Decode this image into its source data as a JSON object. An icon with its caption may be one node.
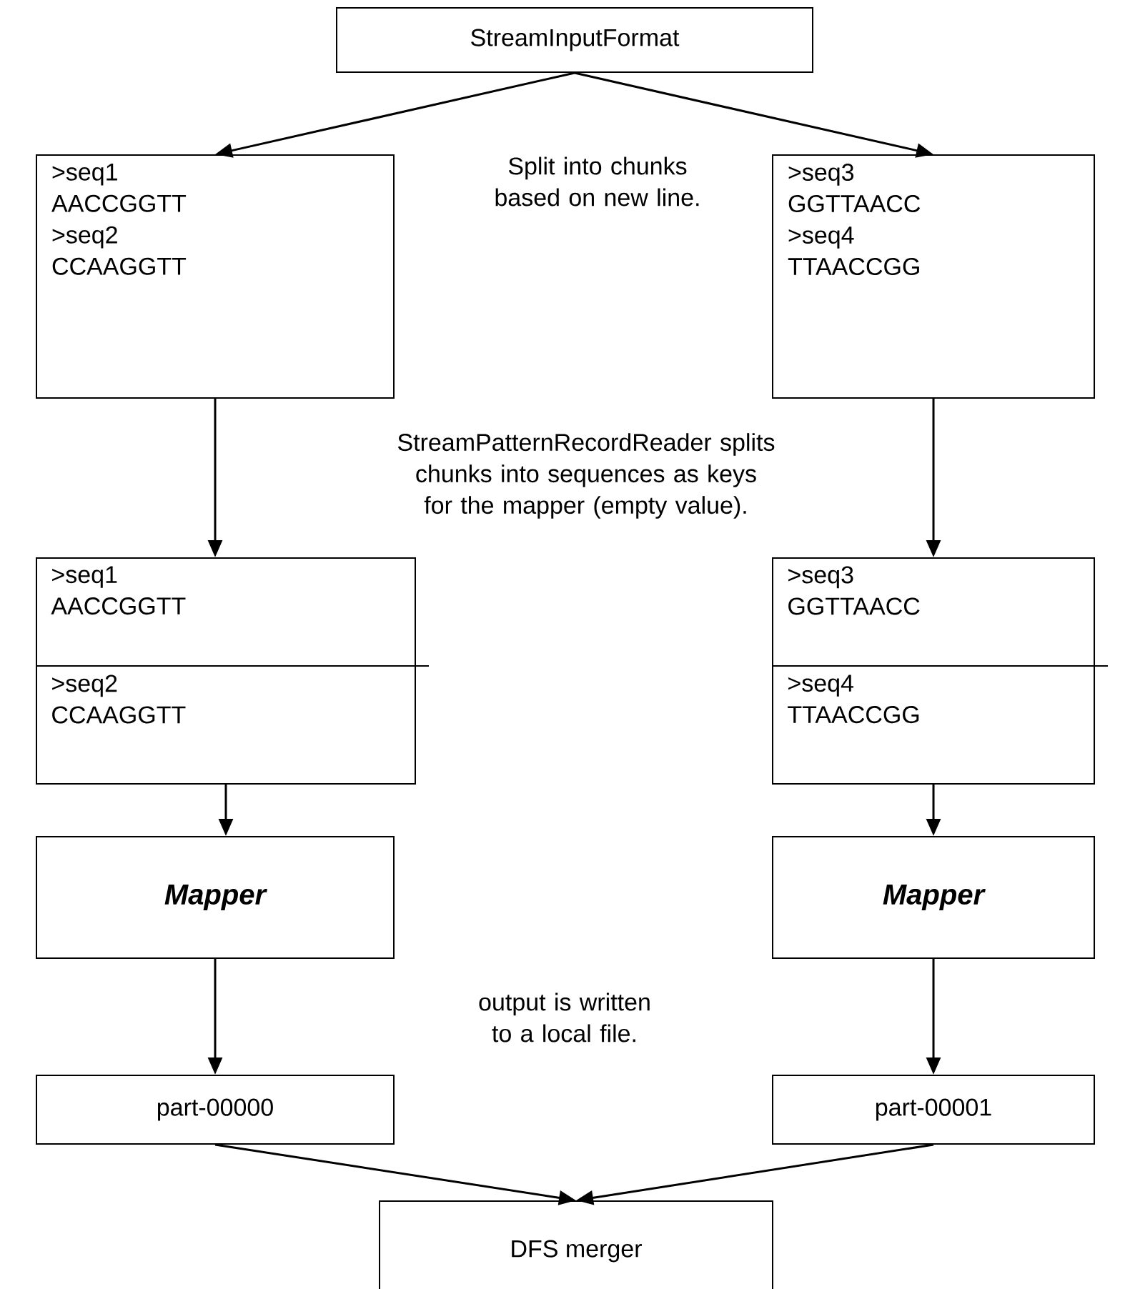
{
  "diagram": {
    "nodes": [
      {
        "text": [
          "StreamInputFormat"
        ]
      },
      {
        "text": [
          ">seq1",
          "AACCGGTT",
          ">seq2",
          "CCAAGGTT"
        ]
      },
      {
        "text": [
          ">seq3",
          "GGTTAACC",
          ">seq4",
          "TTAACCGG"
        ]
      },
      {
        "text": [],
        "shape": "box"
      },
      {
        "text": [
          ">seq1",
          "AACCGGTT"
        ],
        "in": 3
      },
      {
        "text": [
          ">seq2",
          "CCAAGGTT"
        ],
        "in": 3
      },
      {
        "text": [],
        "shape": "box"
      },
      {
        "text": [
          ">seq3",
          "GGTTAACC"
        ],
        "in": 6
      },
      {
        "text": [
          ">seq4",
          "TTAACCGG"
        ],
        "in": 6
      },
      {
        "text": [
          "Mapper"
        ]
      },
      {
        "text": [
          "Mapper"
        ]
      },
      {
        "text": [
          "part-00000"
        ]
      },
      {
        "text": [
          "part-00001"
        ]
      },
      {
        "text": [
          "DFS merger"
        ]
      }
    ],
    "edges": [
      {
        "from": 0,
        "to": 1,
        "arrow": "to"
      },
      {
        "from": 0,
        "to": 2,
        "arrow": "to"
      },
      {
        "from": 1,
        "to": 3,
        "arrow": "to"
      },
      {
        "from": 2,
        "to": 6,
        "arrow": "to"
      },
      {
        "from": 3,
        "to": 9,
        "arrow": "to"
      },
      {
        "from": 6,
        "to": 10,
        "arrow": "to"
      },
      {
        "from": 9,
        "to": 11,
        "arrow": "to"
      },
      {
        "from": 10,
        "to": 12,
        "arrow": "to"
      },
      {
        "from": 11,
        "to": 13,
        "arrow": "to"
      },
      {
        "from": 12,
        "to": 13,
        "arrow": "to"
      }
    ],
    "labels": [
      "Split into chunks based on new line.",
      "StreamPatternRecordReader splits chunks into sequences as keys for the mapper (empty value).",
      "output is written to a local file."
    ]
  }
}
